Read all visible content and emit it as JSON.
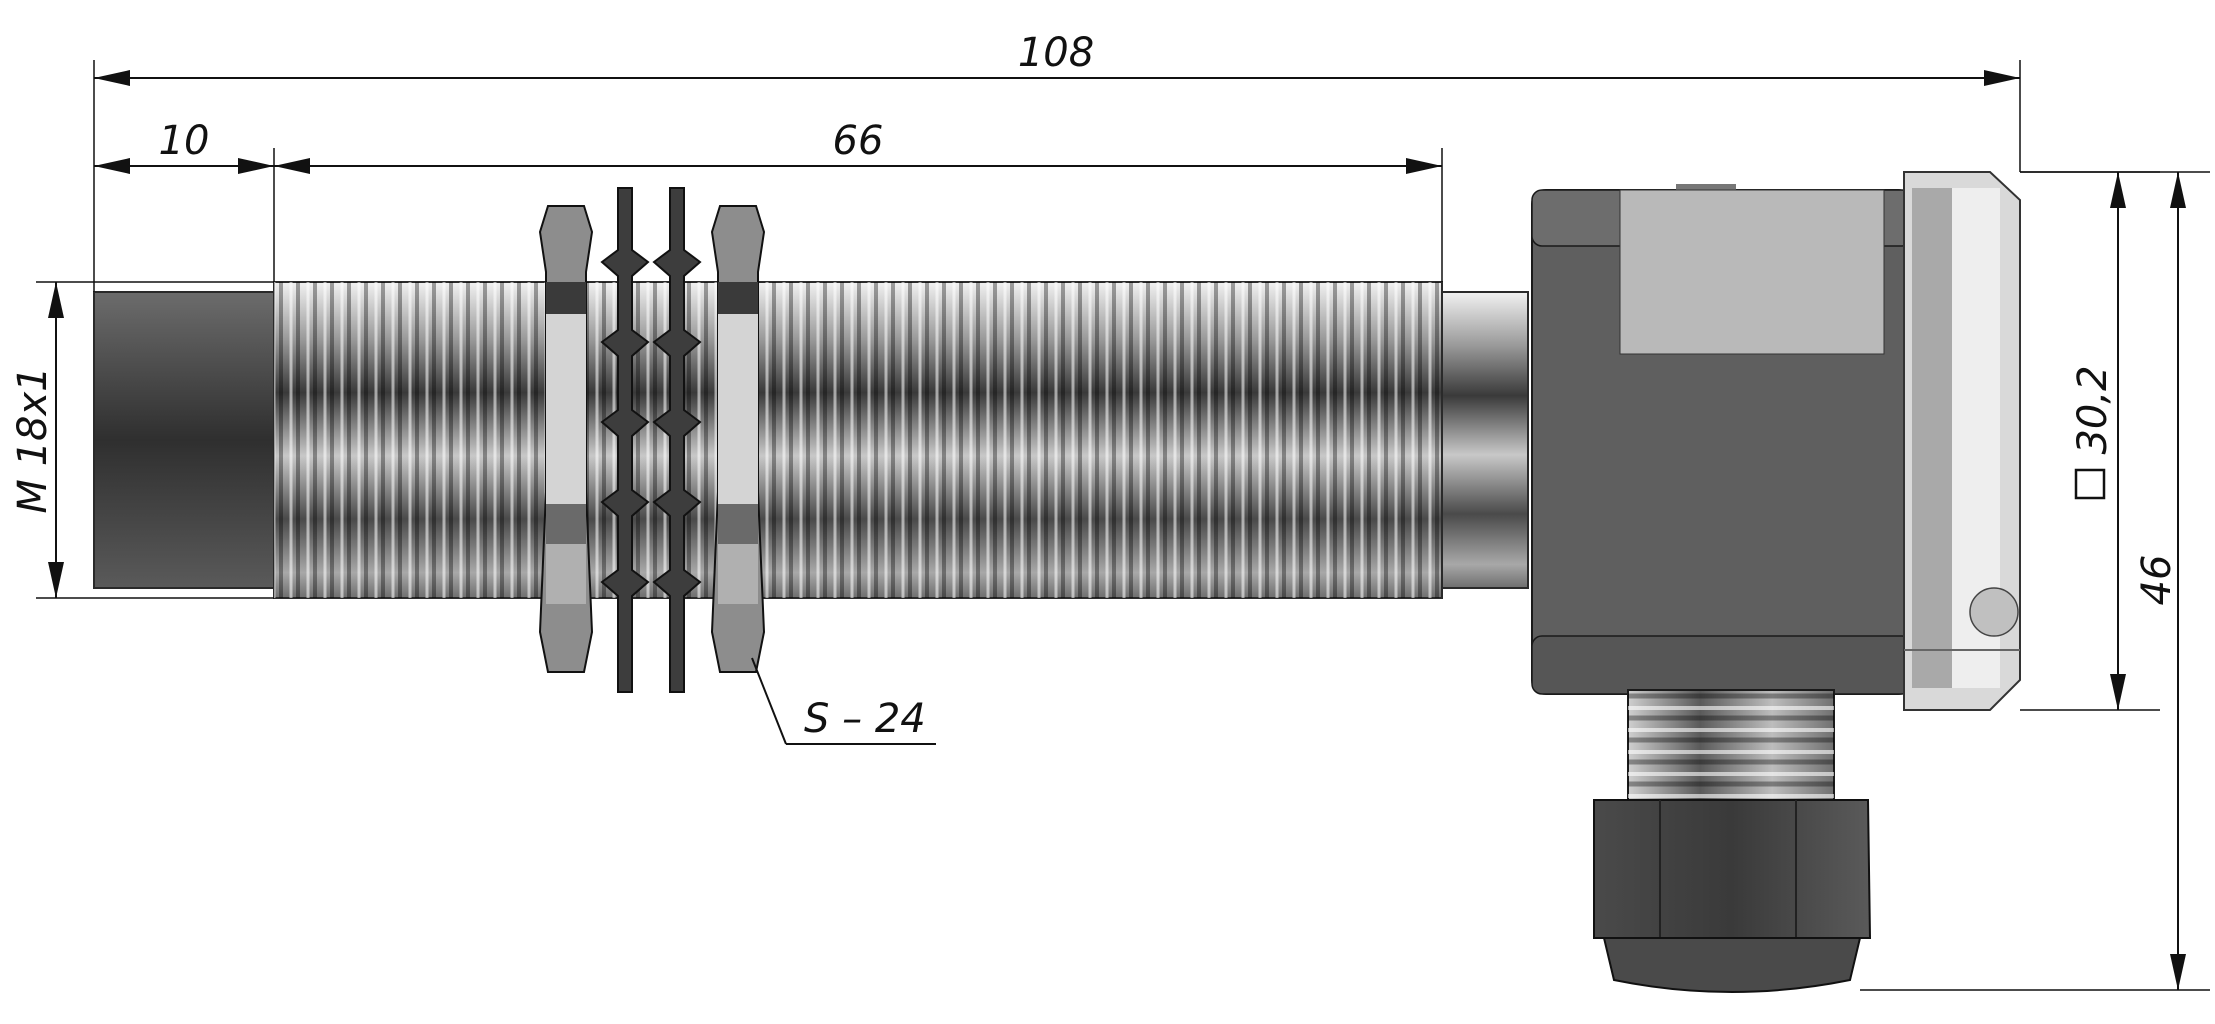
{
  "dimensions": {
    "overall_length": "108",
    "tip_length": "10",
    "thread_length": "66",
    "thread_size": "M 18x1",
    "housing_square": "30,2",
    "total_height": "46",
    "nut_size": "S – 24"
  },
  "colors": {
    "line": "#111111",
    "housing": "#5f5f5f",
    "thread_light": "#d8d8d8",
    "thread_dark": "#3c3c3c",
    "label_panel": "#b9b9b9"
  }
}
